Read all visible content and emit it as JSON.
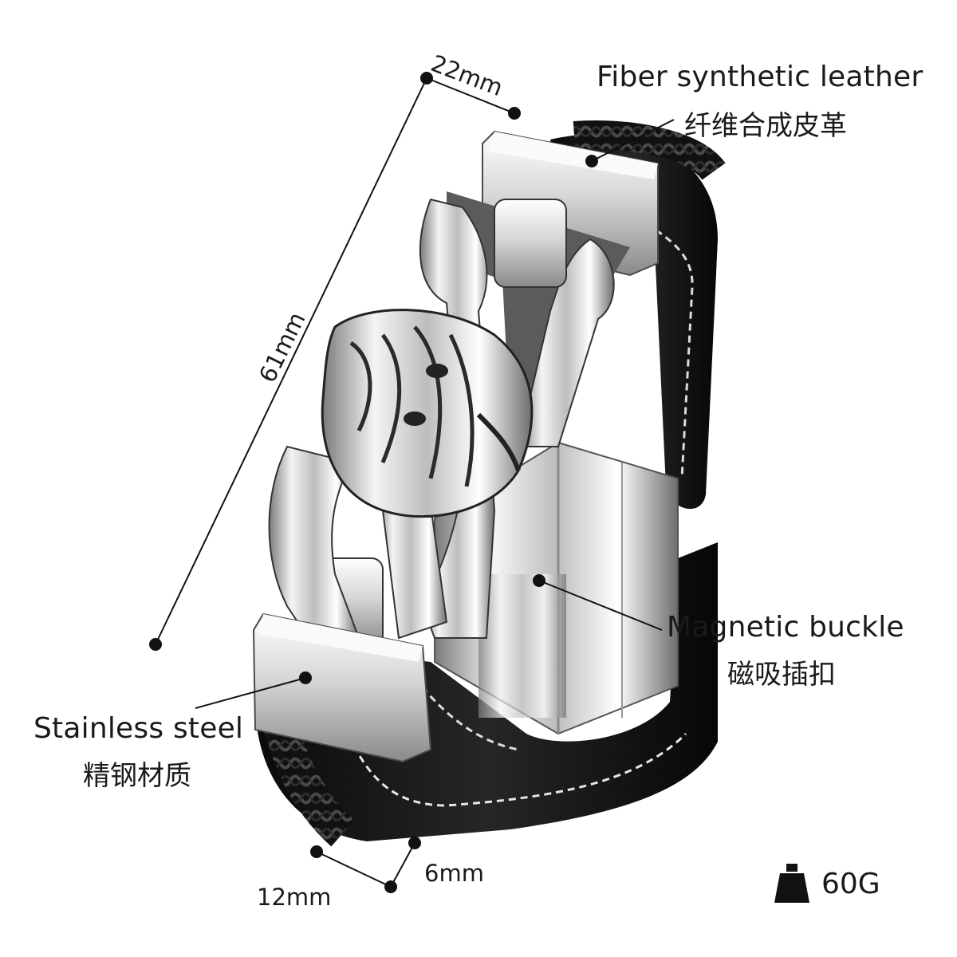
{
  "dimensions": {
    "width_top": "22mm",
    "length": "61mm",
    "width_bottom": "12mm",
    "thickness": "6mm"
  },
  "labels": {
    "leather_en": "Fiber synthetic leather",
    "leather_cn": "纤维合成皮革",
    "buckle_en": "Magnetic buckle",
    "buckle_cn": "磁吸插扣",
    "steel_en": "Stainless steel",
    "steel_cn": "精钢材质"
  },
  "weight": {
    "value": "60G",
    "icon": "weight-icon"
  },
  "colors": {
    "leather": "#141414",
    "steel": "#c9c9c9",
    "stitch": "#e8e8e8",
    "text": "#1a1a1a"
  }
}
